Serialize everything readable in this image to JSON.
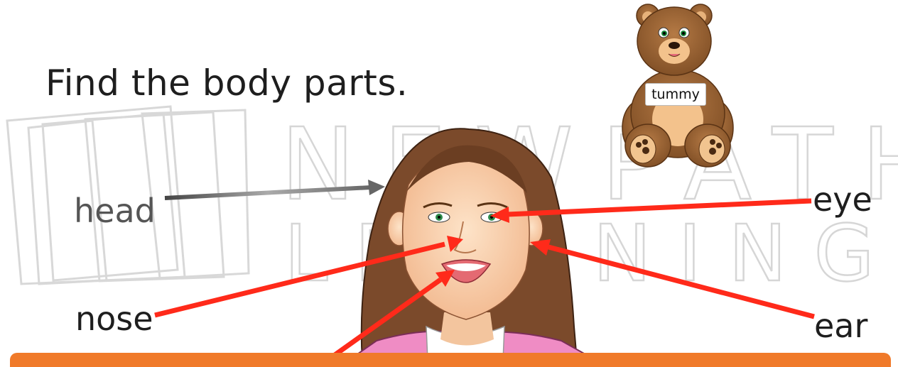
{
  "title": "Find the body parts.",
  "labels": {
    "head": "head",
    "nose": "nose",
    "eye": "eye",
    "ear": "ear"
  },
  "bear_tag": "tummy",
  "watermark": {
    "line1": "NEWPATH",
    "line2": "LEARNING"
  },
  "colors": {
    "arrow": "#ff2a1a",
    "head_arrow": "#666666",
    "bottom_bar": "#f07a2a"
  }
}
